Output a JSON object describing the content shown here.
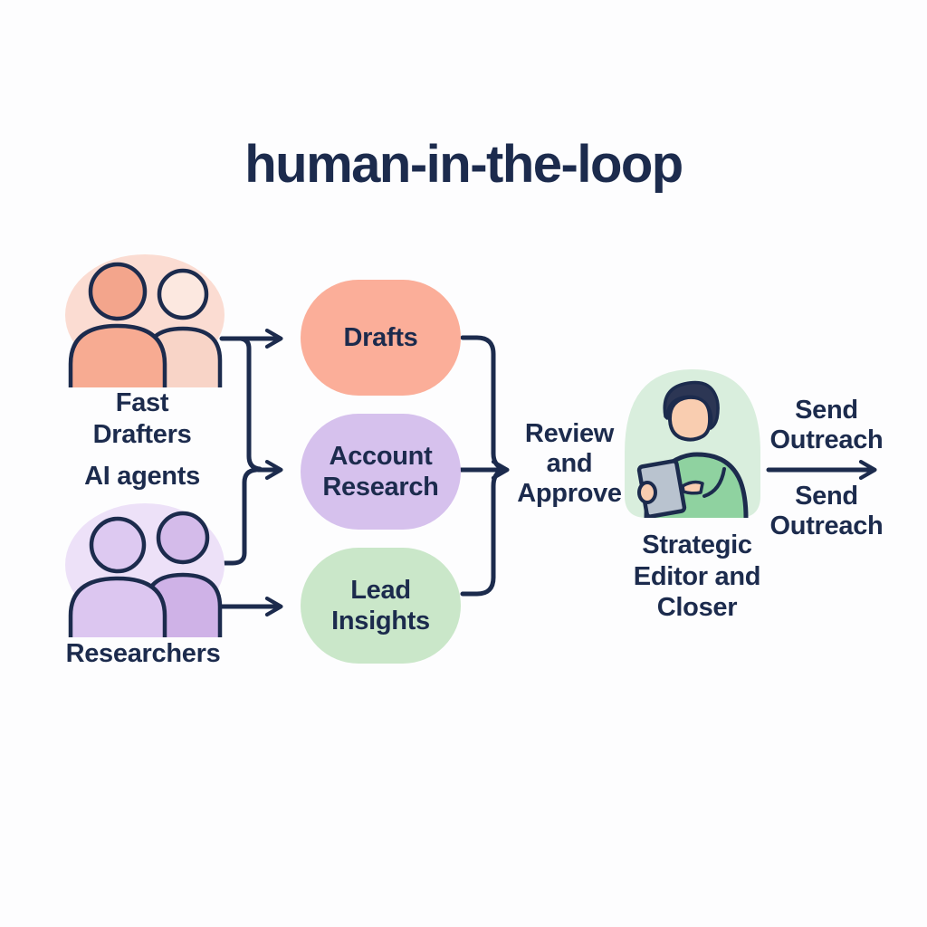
{
  "title": "human-in-the-loop",
  "colors": {
    "navy": "#1c2b4d",
    "bg": "#fdfdfe",
    "peach_blob": "#fbdcd2",
    "peach_front_head": "#f3a58c",
    "peach_front_body": "#f7ab92",
    "peach_back_head": "#fce8e0",
    "peach_back_body": "#f8d4c7",
    "purple_blob": "#ede1f8",
    "purple_front_head": "#ddc9f1",
    "purple_front_body": "#dcc6f0",
    "purple_back_head": "#d4bbea",
    "purple_back_body": "#cfb2e7",
    "green_blob": "#d9eedd",
    "shirt_green": "#8fd2a0",
    "skin": "#f9cdb0",
    "hair": "#2c3654",
    "tablet": "#b9c3cf"
  },
  "left_groups": {
    "fast_drafters": {
      "label": "Fast Drafters",
      "sublabel": "AI agents",
      "icon": "two-people-icon"
    },
    "researchers": {
      "label": "Researchers",
      "icon": "two-people-icon"
    }
  },
  "pills": [
    {
      "label": "Drafts",
      "color": "#fbae99"
    },
    {
      "label": "Account Research",
      "color": "#d6c1ed"
    },
    {
      "label": "Lead Insights",
      "color": "#cae7c9"
    }
  ],
  "review": {
    "label": "Review and Approve"
  },
  "editor": {
    "label": "Strategic Editor and Closer",
    "icon": "person-with-tablet-icon"
  },
  "outreach": {
    "label_top": "Send Outreach",
    "label_bottom": "Send Outreach"
  }
}
